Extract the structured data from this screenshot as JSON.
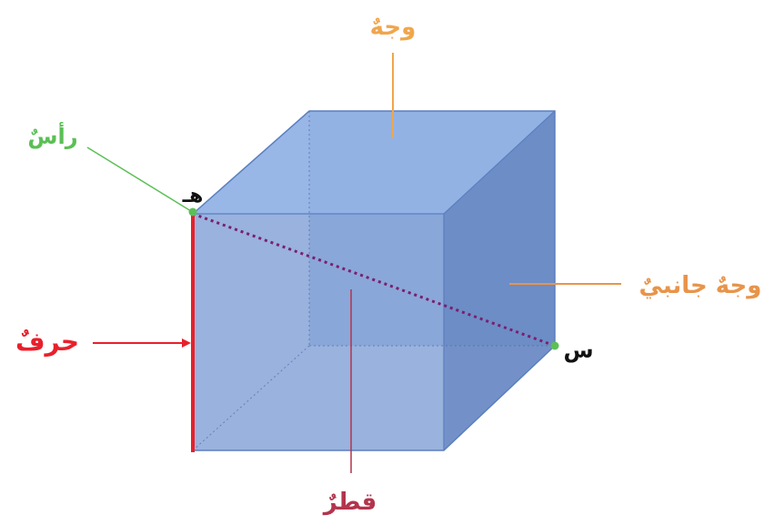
{
  "labels": {
    "face": "وجهٌ",
    "vertex": "رأسٌ",
    "side_face": "وجهٌ جانبيٌ",
    "edge": "حرفٌ",
    "diagonal": "قطرٌ",
    "vertex_h": "هـ",
    "vertex_s": "س"
  },
  "colors": {
    "face": "#f0a64c",
    "vertex": "#5cbf56",
    "side_face": "#e8944a",
    "edge": "#e8202b",
    "diagonal": "#b3344d",
    "diagonal_line": "#7a1f6e",
    "vertex_letters": "#111111",
    "cube_front": "#7f9fd6",
    "cube_top": "#8fb0e4",
    "cube_right": "#6788c3",
    "cube_stroke": "#5a7fbf"
  }
}
